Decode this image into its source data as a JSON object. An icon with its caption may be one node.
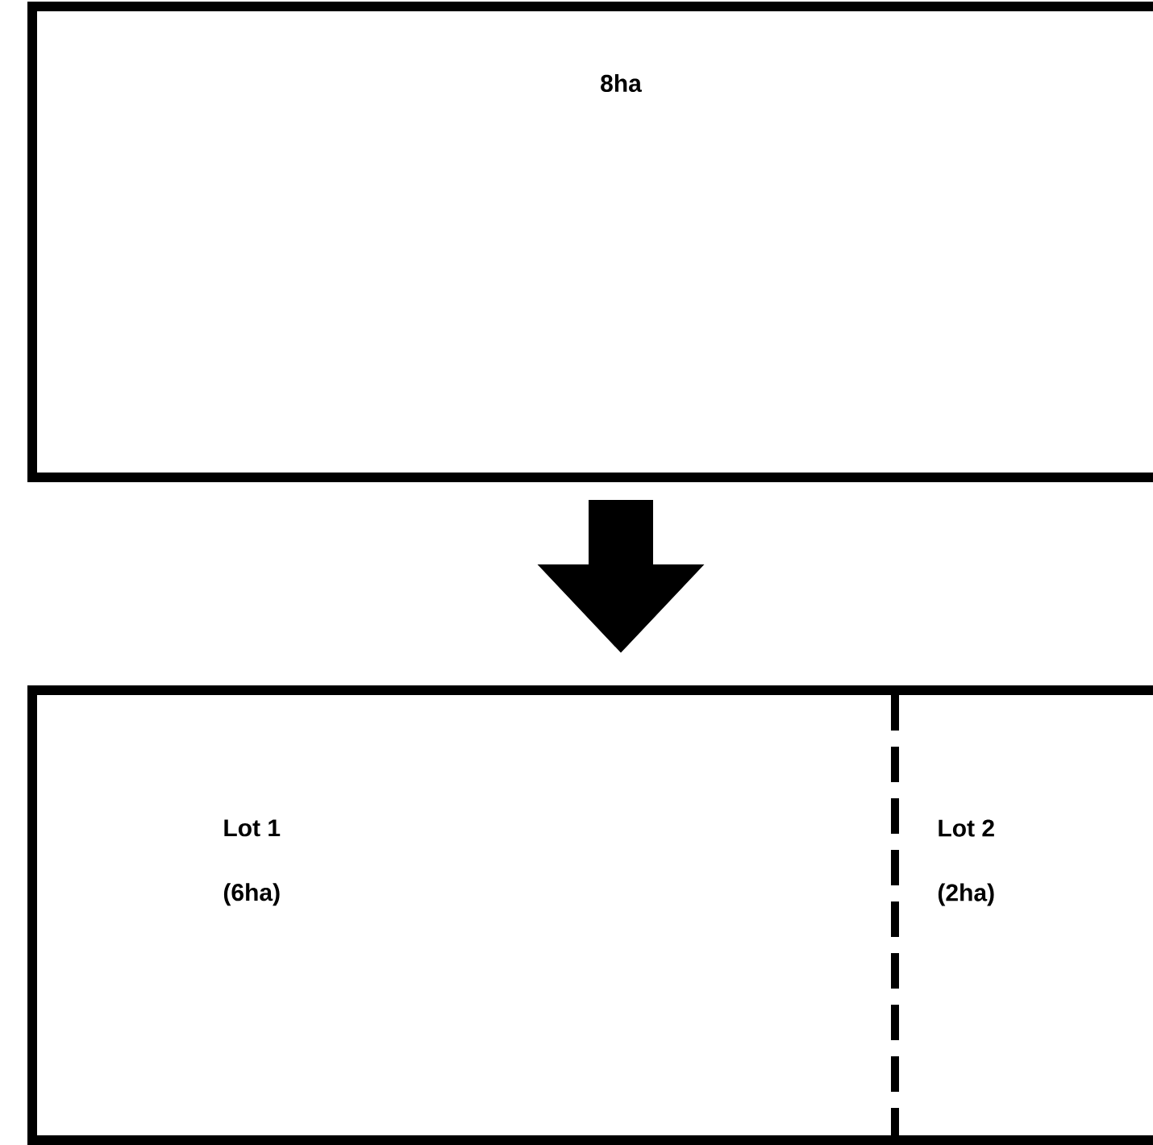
{
  "diagram": {
    "nodes": [
      {
        "text": [
          "8ha"
        ]
      },
      {
        "text": [],
        "shape": "box"
      },
      {
        "text": [
          "Lot 1",
          "(6ha)"
        ],
        "in": 1
      },
      {
        "text": [
          "Lot 2",
          "(2ha)"
        ],
        "in": 1
      }
    ],
    "edges": [
      {
        "from": 0,
        "to": 1,
        "arrow": "to"
      }
    ]
  }
}
